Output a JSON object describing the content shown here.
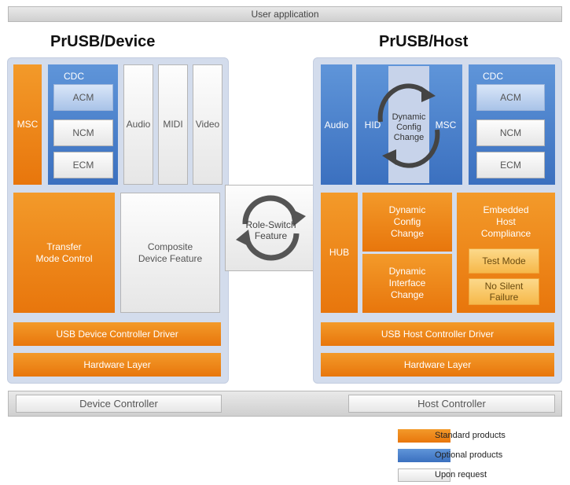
{
  "top_bar": "User application",
  "device": {
    "title": "PrUSB/Device",
    "msc": "MSC",
    "cdc": "CDC",
    "acm": "ACM",
    "ncm": "NCM",
    "ecm": "ECM",
    "audio": "Audio",
    "midi": "MIDI",
    "video": "Video",
    "transfer": "Transfer\nMode Control",
    "composite": "Composite\nDevice Feature",
    "controller_driver": "USB Device Controller Driver",
    "hardware": "Hardware Layer"
  },
  "role_switch": "Role-Switch\nFeature",
  "host": {
    "title": "PrUSB/Host",
    "audio": "Audio",
    "hid": "HID",
    "dynamic_config_inner": "Dynamic\nConfig\nChange",
    "msc": "MSC",
    "cdc": "CDC",
    "acm": "ACM",
    "ncm": "NCM",
    "ecm": "ECM",
    "hub": "HUB",
    "dynamic_config": "Dynamic\nConfig\nChange",
    "dynamic_interface": "Dynamic\nInterface\nChange",
    "embedded": "Embedded\nHost\nCompliance",
    "test_mode": "Test Mode",
    "no_silent": "No Silent\nFailure",
    "controller_driver": "USB Host Controller Driver",
    "hardware": "Hardware Layer"
  },
  "bottom": {
    "device_controller": "Device Controller",
    "host_controller": "Host Controller"
  },
  "legend": [
    {
      "label": "Standard products",
      "color": "#ec8a1c"
    },
    {
      "label": "Optional products",
      "color": "#4f86cf"
    },
    {
      "label": "Upon request",
      "color": "#f2f2f2"
    }
  ]
}
